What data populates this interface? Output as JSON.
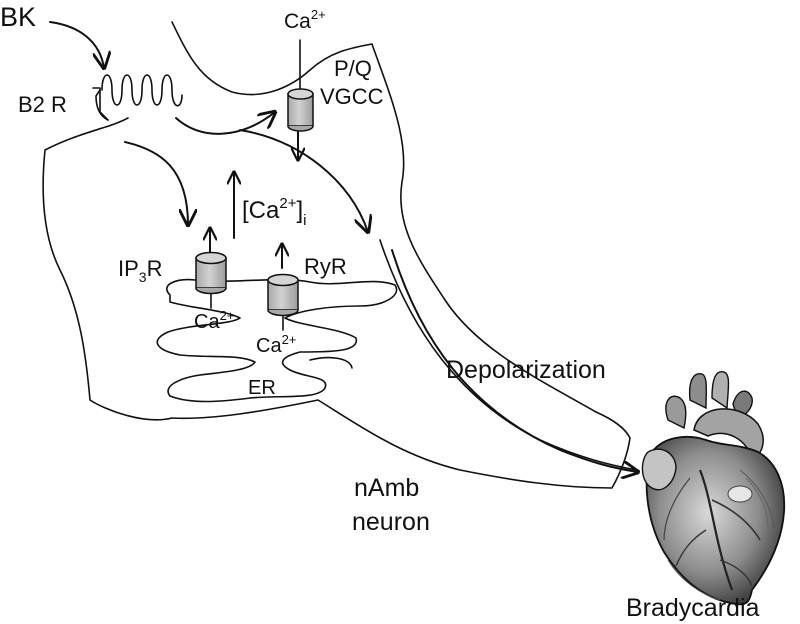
{
  "labels": {
    "bk": "BK",
    "b2r": "B2 R",
    "ca_top": "Ca",
    "ca_sup": "2+",
    "pq": "P/Q",
    "vgcc": "VGCC",
    "ca_i_base": "[Ca",
    "ca_i_sup": "2+",
    "ca_i_close": "]",
    "ca_i_sub": "i",
    "ip3r_a": "IP",
    "ip3r_sub": "3",
    "ip3r_b": "R",
    "ryr": "RyR",
    "ca_left": "Ca",
    "ca_left_sup": "2+",
    "ca_right": "Ca",
    "ca_right_sup": "2+",
    "er": "ER",
    "depolarization": "Depolarization",
    "namb": "nAmb",
    "neuron": "neuron",
    "bradycardia": "Bradycardia"
  },
  "colors": {
    "channel_fill": "#c4c4c4",
    "ink": "#111111",
    "heart_dark": "#2b2b2b",
    "heart_mid": "#8d8d8d",
    "heart_light": "#d9d9d9"
  }
}
